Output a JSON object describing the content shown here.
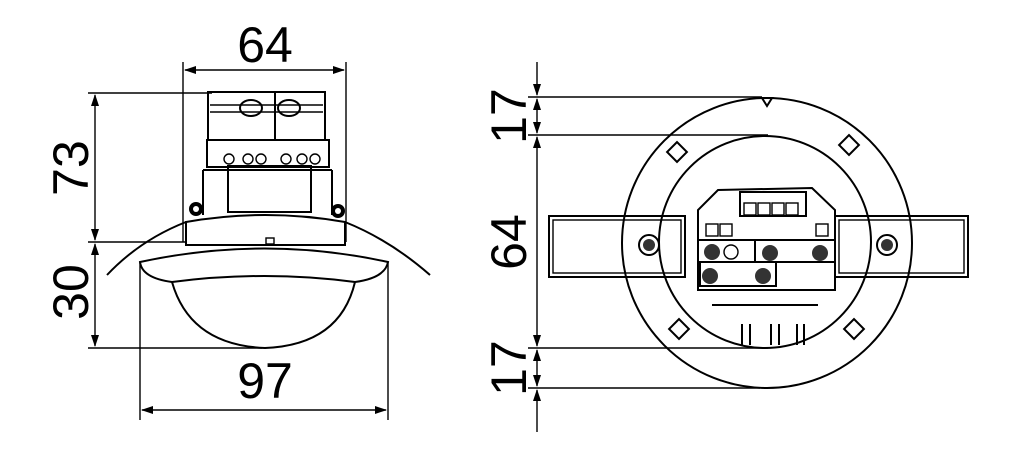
{
  "side_view": {
    "width_top": "64",
    "height_body": "73",
    "height_dome": "30",
    "width_dome": "97"
  },
  "top_view": {
    "upper_margin": "17",
    "module_height": "64",
    "lower_margin": "17"
  },
  "colors": {
    "line": "#000000",
    "background": "#ffffff"
  }
}
